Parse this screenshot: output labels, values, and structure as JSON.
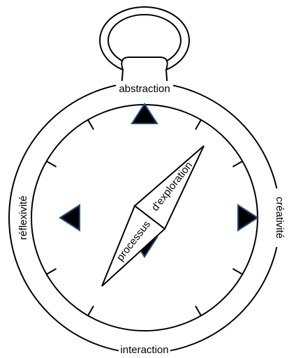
{
  "compass": {
    "labels": {
      "top": "abstraction",
      "bottom": "interaction",
      "left": "réflexivité",
      "right": "créativité"
    },
    "needle": {
      "upper_text": "d'exploration",
      "lower_text": "processus"
    },
    "colors": {
      "stroke": "#000000",
      "fill": "#ffffff",
      "arrow_fill": "#000000",
      "arrow_highlight": "#1f4e79"
    }
  }
}
